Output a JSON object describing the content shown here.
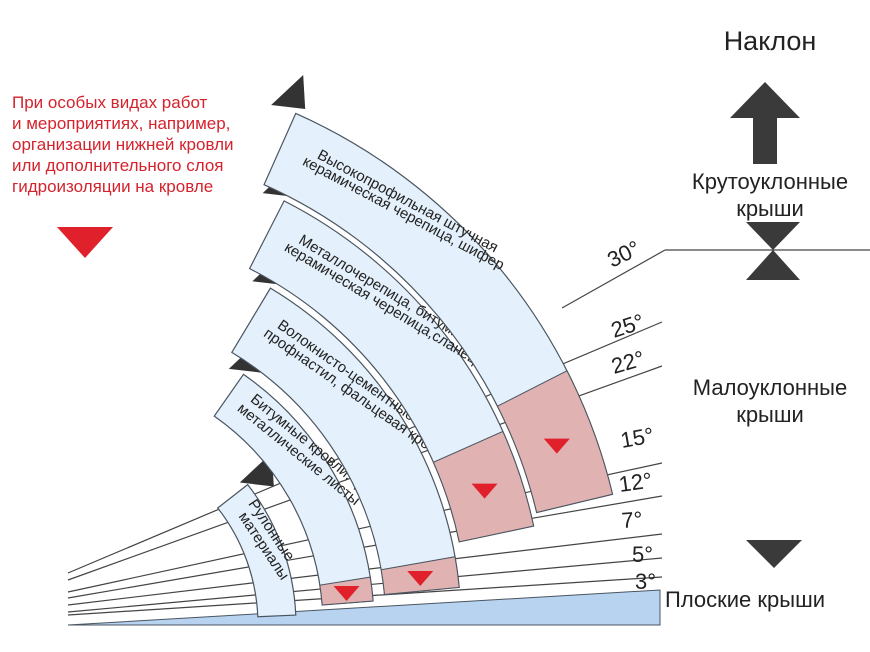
{
  "header": {
    "title": "Наклон"
  },
  "note": {
    "text": "При особых видах работ\nи мероприятиях, например,\nорганизации нижней кровли\nили дополнительного слоя\nгидроизоляции на кровле"
  },
  "zones": {
    "steep": "Крутоуклонные\nкрыши",
    "low": "Малоуклонные\nкрыши",
    "flat": "Плоские крыши"
  },
  "angles": [
    "30°",
    "25°",
    "22°",
    "15°",
    "12°",
    "7°",
    "5°",
    "3°"
  ],
  "bands": [
    {
      "line1": "Рулонные",
      "line2": "материалы"
    },
    {
      "line1": "Битумные кровли, фальцованные",
      "line2": "металлические листы"
    },
    {
      "line1": "Волокнисто-цементные листы,",
      "line2": "профнастил, фальцевая кровля"
    },
    {
      "line1": "Металлочерепица, битумная черепица",
      "line2": "керамическая черепица,сланец"
    },
    {
      "line1": "Высокопрофильная штучная",
      "line2": "керамическая черепица, шифер"
    }
  ],
  "colors": {
    "accent_red": "#e0202a",
    "band_fill": "#e4f0fb",
    "band_stroke": "#4a5560",
    "special_fill": "#e0b2b2",
    "flat_fill": "#b8d3f0",
    "marker_dark": "#333333"
  }
}
